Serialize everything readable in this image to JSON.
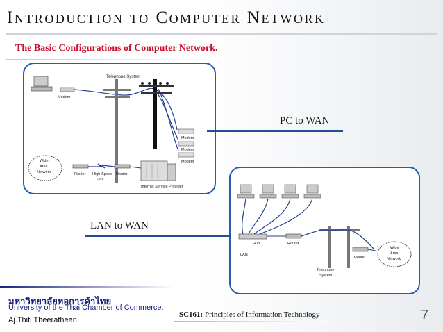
{
  "slide": {
    "title": "Introduction to Computer Network",
    "subtitle": "The Basic Configurations of  Computer Network.",
    "label_pc_wan": "PC to WAN",
    "label_lan_wan": "LAN to WAN",
    "page_number": "7"
  },
  "diagram_pc_wan": {
    "telephone_system": "Telephone System",
    "modem_left": "Modem",
    "modem1": "Modem",
    "modem2": "Modem",
    "modem3": "Modem",
    "wan_line1": "Wide",
    "wan_line2": "Area",
    "wan_line3": "Network",
    "router1": "Router",
    "highspeed1": "High-Speed",
    "highspeed2": "Line",
    "router2": "Router",
    "isp": "Internet Service Provider"
  },
  "diagram_lan_wan": {
    "hub": "Hub",
    "router1": "Router",
    "lan": "LAN",
    "router2": "Router",
    "wan_line1": "Wide",
    "wan_line2": "Area",
    "wan_line3": "Network",
    "telephone1": "Telephone",
    "telephone2": "System"
  },
  "footer": {
    "thai_name": "มหาวิทยาลัยหอการค้าไทย",
    "university": "University of the Thai Chamber of Commerce.",
    "author": "Aj.Thiti   Theerathean.",
    "course_code": "SC161:",
    "course_name": " Principles of Information Technology"
  }
}
